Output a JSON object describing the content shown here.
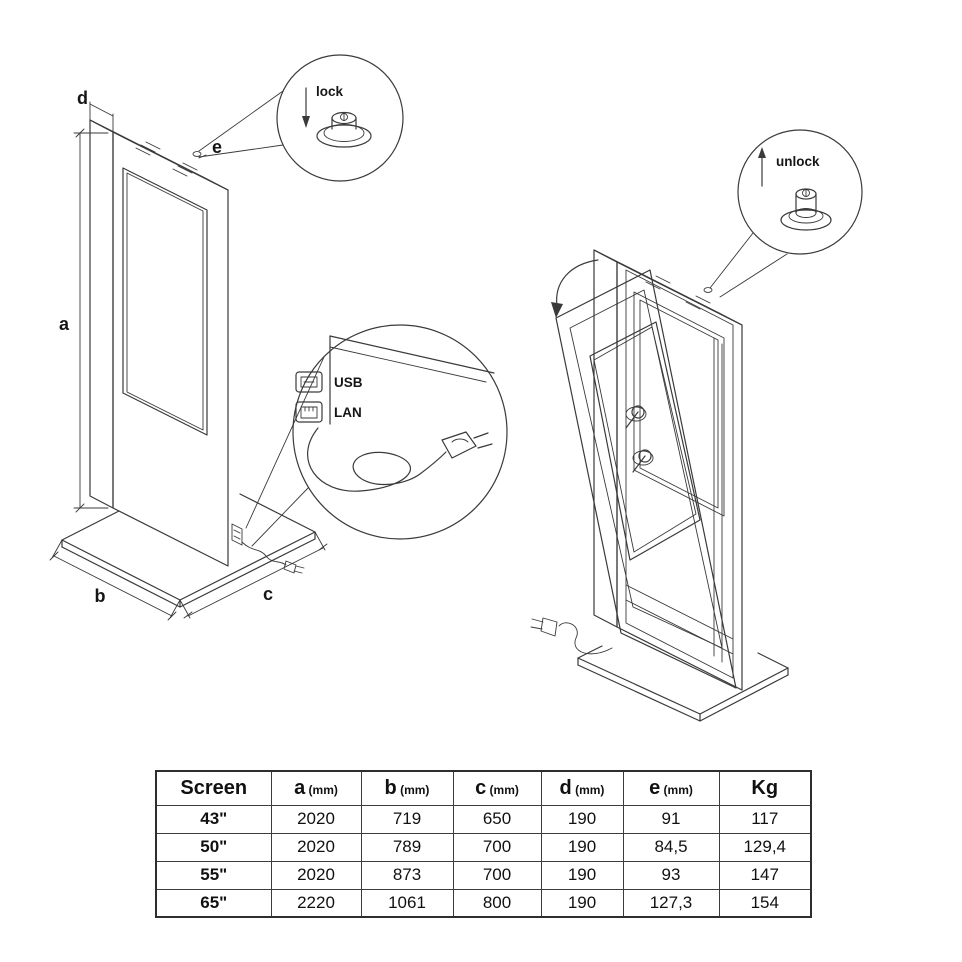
{
  "page": {
    "background": "#ffffff",
    "line_color": "#3a3a3a"
  },
  "diagram": {
    "dims": {
      "a": "a",
      "b": "b",
      "c": "c",
      "d": "d",
      "e": "e"
    },
    "lock_detail": {
      "label": "lock"
    },
    "unlock_detail": {
      "label": "unlock"
    },
    "ports": {
      "usb": "USB",
      "lan": "LAN"
    }
  },
  "table": {
    "headers": [
      {
        "label": "Screen",
        "unit": ""
      },
      {
        "label": "a",
        "unit": "(mm)"
      },
      {
        "label": "b",
        "unit": "(mm)"
      },
      {
        "label": "c",
        "unit": "(mm)"
      },
      {
        "label": "d",
        "unit": "(mm)"
      },
      {
        "label": "e",
        "unit": "(mm)"
      },
      {
        "label": "Kg",
        "unit": ""
      }
    ],
    "rows": [
      [
        "43\"",
        "2020",
        "719",
        "650",
        "190",
        "91",
        "117"
      ],
      [
        "50\"",
        "2020",
        "789",
        "700",
        "190",
        "84,5",
        "129,4"
      ],
      [
        "55\"",
        "2020",
        "873",
        "700",
        "190",
        "93",
        "147"
      ],
      [
        "65\"",
        "2220",
        "1061",
        "800",
        "190",
        "127,3",
        "154"
      ]
    ]
  }
}
